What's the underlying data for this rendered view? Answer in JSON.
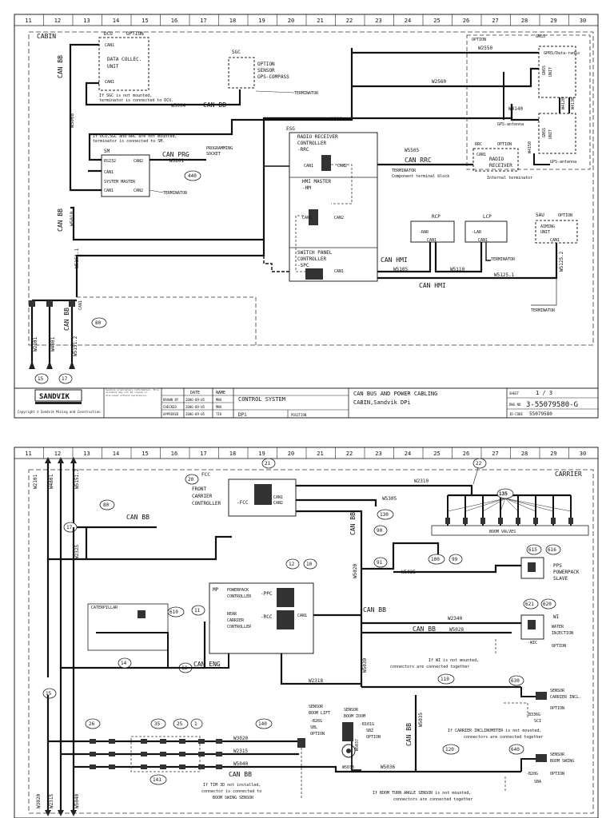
{
  "ruler": {
    "top": [
      "11",
      "12",
      "13",
      "14",
      "15",
      "16",
      "17",
      "18",
      "19",
      "20",
      "21",
      "22",
      "23",
      "24",
      "25",
      "26",
      "27",
      "28",
      "29",
      "30"
    ],
    "bottom": [
      "11",
      "12",
      "13",
      "14",
      "15",
      "16",
      "17",
      "18",
      "19",
      "20",
      "21",
      "22",
      "23",
      "24",
      "25",
      "26",
      "27",
      "28",
      "29",
      "30"
    ]
  },
  "top": {
    "area": "CABIN",
    "dcu": {
      "title": "DCU",
      "option": "OPTION",
      "unit1": "DATA COLLEC.",
      "unit2": "UNIT",
      "can1a": "CAN1",
      "can1b": "CAN1",
      "note1": "If SGC is not mounted,",
      "note2": "terminator is connected to DCU."
    },
    "sgc": {
      "title": "SGC",
      "o1": "OPTION",
      "o2": "SENSOR",
      "o3": "GPS-COMPASS",
      "term": "TERMINATOR"
    },
    "w5004": "W5004",
    "canbb1": "CAN BB",
    "sm": {
      "note1": "If DCU,SGC and RRC are not mounted,",
      "note2": "terminator is connected to SM.",
      "title": "SM",
      "rs": "RS232",
      "can2": "CAN2",
      "can1": "CAN1",
      "name": "SYSTEM MASTER",
      "can1b": "CAN1",
      "can2b": "CAN2",
      "term": "TERMINATOR"
    },
    "canprg": "CAN PRG",
    "w5201": "W5201",
    "prog1": "PROGRAMMING",
    "prog2": "SOCKET",
    "n440": "440",
    "esg": "ESG",
    "rrc": {
      "l1": "RADIO RECEIVER",
      "l2": "CONTROLLER",
      "l3": "-RRC",
      "can1": "CAN1",
      "can2": "CAN2"
    },
    "hm": {
      "l1": "HMI MASTER",
      "l2": "-HM",
      "can1": "CAN1",
      "can2": "CAN2"
    },
    "spc": {
      "l1": "SWITCH PANEL",
      "l2": "CONTROLLER",
      "l3": "-SPC",
      "can1": "CAN1"
    },
    "w5505": "W5505",
    "canrrc": "CAN RRC",
    "term_comp1": "TERMINATOR",
    "term_comp2": "Component terminal block",
    "rrcx": {
      "title": "RRC",
      "option": "OPTION",
      "can1": "CAN1",
      "l1": "RADIO",
      "l2": "RECEIVER",
      "internal": "Internal terminator"
    },
    "gps": {
      "option": "OPTION",
      "gnss": "GNSS",
      "w2550": "W2550",
      "w2560": "W2560",
      "w4140": "W4140",
      "w4110": "W4110",
      "w4120": "W4120",
      "w4130": "W4130",
      "w4150": "W4150",
      "ant1": "GPS-antenna",
      "ant2": "GPS-antenna",
      "box1": "GPRS/Data-radio",
      "u1a": "GNSS",
      "u1b": "UNIT",
      "u2a": "GNSS",
      "u2b": "UNIT"
    },
    "rcp": {
      "title": "RCP",
      "l": "-RAR",
      "can": "CAN1"
    },
    "lcp": {
      "title": "LCP",
      "l": "-LAR",
      "can": "CAN1"
    },
    "sau": {
      "title": "SAU",
      "option": "OPTION",
      "l1": "AIMING",
      "l2": "UNIT",
      "can": "CAN1"
    },
    "w5105": "W5105",
    "w5110": "W5110",
    "canhmi1": "CAN HMI",
    "canhmi2": "CAN HMI",
    "w51251": "W5125.1",
    "w51252": "W5125.2",
    "term_sau": "TERMINATOR",
    "term_lcp": "TERMINATOR",
    "w5151": "W5151.1",
    "w5008": "W5008",
    "w5010": "W5010",
    "canbbv1": "CAN BB",
    "canbbv2": "CAN BB",
    "canbbv3": "CAN BB",
    "w2101": "W2101",
    "w4801": "W4801",
    "w51512": "W5151.2",
    "can1left": "CAN1",
    "n80": "80",
    "n15": "15",
    "n17": "17",
    "titleblock": {
      "brand": "SANDVIK",
      "copyright": "Copyright © Sandvik Mining and Construction",
      "legal": "Sandvik proprietary information. This document may not be copied or disclosed without permission.",
      "drawn": "DRAWN BY",
      "checked": "CHECKED",
      "approved": "APPROVED",
      "date_h": "DATE",
      "name_h": "NAME",
      "d1": "2006-09-05",
      "d2": "2006-09-05",
      "d3": "2006-09-05",
      "n1": "MNA",
      "n2": "MNA",
      "n3": "TIK",
      "sys": "CONTROL SYSTEM",
      "dp": "DPi",
      "pos": "POSITION",
      "t1": "CAN BUS AND POWER CABLING",
      "t2": "CABIN,Sandvik DPi",
      "sheet_l": "SHEET",
      "sheet_v": "1 / 3",
      "dwg_l": "DWG NO",
      "dwg_v": "3-55079580-G",
      "code_l": "ID-CODE",
      "code_v": "55079580"
    }
  },
  "bottom": {
    "area": "CARRIER",
    "w2101": "W2101",
    "w4801": "W4801",
    "w51512": "W5151.2",
    "fcc": {
      "title": "FCC",
      "l1": "FRONT",
      "l2": "CARRIER",
      "l3": "CONTROLLER",
      "l4": "-FCC",
      "can1": "CAN1",
      "can2": "CAN2"
    },
    "n20": "20",
    "n21": "21",
    "n22": "22",
    "w2310": "W2310",
    "w5305": "W5305",
    "n135": "135",
    "n130": "130",
    "n90": "90",
    "n91": "91",
    "n80": "80",
    "n17": "17",
    "boomvalves": "BOOM VALVES",
    "canbb_top": "CAN BB",
    "canbb_v": "CAN BB",
    "w5020": "W5020",
    "w2325": "W2325",
    "w5025": "W5025",
    "n100": "100",
    "n99": "99",
    "n615": "615",
    "n616": "616",
    "pps": {
      "l1": "PPS",
      "l2": "POWERPACK",
      "l3": "SLAVE"
    },
    "mp": {
      "title": "MP",
      "l1": "POWERPACK",
      "l2": "CONTROLLER",
      "ppc": "-PPC",
      "l3": "REAR",
      "l4": "CARRIER",
      "l5": "CONTROLLER",
      "rcc": "-RCC",
      "can1": "CAN1"
    },
    "n12": "12",
    "n10": "10",
    "n11": "11",
    "cat": "CATERPILLAR",
    "n610": "610",
    "n14": "14",
    "n13": "13",
    "caneng": "CAN ENG",
    "canbb_mid": "CAN BB",
    "canbb_mid2": "CAN BB",
    "w5028": "W5028",
    "w2340": "W2340",
    "n621": "621",
    "n620": "620",
    "wi": {
      "l1": "WI",
      "l2": "WATER",
      "l3": "INJECTION",
      "l4": "-WIC",
      "l5": "OPTION"
    },
    "wi_note1": "If WI is not mounted,",
    "wi_note2": "connectors are connected together",
    "w2318": "W2318",
    "w5030": "W5030",
    "n15": "15",
    "n110": "110",
    "n630": "630",
    "sci": {
      "l1": "SENSOR",
      "l2": "CARRIER INCL.",
      "l3": "OPTION",
      "l4": "-B336G",
      "l5": "SCI"
    },
    "inc_note1": "If CARRIER INCLINOMETER is not mounted,",
    "inc_note2": "connectors are connected together",
    "canbb_v2": "CAN BB",
    "w5035": "W5035",
    "n26": "26",
    "n35": "35",
    "n25": "25",
    "n1": "1",
    "n140": "140",
    "w3020": "W3020",
    "w2315": "W2315",
    "w5040": "W5040",
    "canbb_bot": "CAN BB",
    "n141": "141",
    "sbl": {
      "l1": "SENSOR",
      "l2": "BOOM LIFT",
      "l3": "-B26G",
      "l4": "SBL",
      "l5": "OPTION"
    },
    "sbz": {
      "l1": "SENSOR",
      "l2": "BOOM ZOOM",
      "l3": "-B101G",
      "l4": "SBZ",
      "l5": "OPTION"
    },
    "w5037": "W5037",
    "w5038": "W5038",
    "w5036": "W5036",
    "n120": "120",
    "n640": "640",
    "sba": {
      "l1": "SENSOR",
      "l2": "BOOM SWING",
      "l3": "OPTION",
      "l4": "-B20G",
      "l5": "SBA"
    },
    "tim_note1": "If TIM 3D not installed,",
    "tim_note2": "connector is connected to",
    "tim_note3": "BOOM SWING SENSOR",
    "bta_note1": "If BOOM TURN ANGLE SENSOR is not mounted,",
    "bta_note2": "connectors are connected together",
    "w3020b": "W3020",
    "w2315b": "W2315",
    "w5040b": "W5040"
  }
}
